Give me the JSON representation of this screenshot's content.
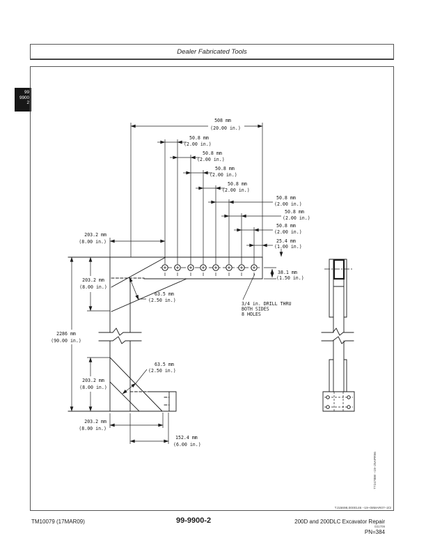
{
  "header": {
    "title": "Dealer Fabricated Tools"
  },
  "tab": {
    "lines": [
      "99",
      "9900",
      "2"
    ]
  },
  "figure": {
    "ref_code": "TJ15698,0000146 –19–08MAR07–2/2",
    "photo_code": "T7247BW –19–25APR96",
    "drill_note": {
      "line1": "3/4 in. DRILL THRU",
      "line2": "BOTH SIDES",
      "line3": "8 HOLES"
    },
    "dimensions": {
      "overall_width": {
        "mm": "508 mm",
        "in": "(20.00 in.)"
      },
      "hole_spacing": {
        "mm": "50.8 mm",
        "in": "(2.00 in.)"
      },
      "end_offset": {
        "mm": "25.4 mm",
        "in": "(1.00 in.)"
      },
      "edge_drop": {
        "mm": "38.1 mm",
        "in": "(1.50 in.)"
      },
      "leg": {
        "mm": "203.2 mm",
        "in": "(8.00 in.)"
      },
      "overall_height": {
        "mm": "2286 mm",
        "in": "(90.00 in.)"
      },
      "gusset": {
        "mm": "63.5 mm",
        "in": "(2.50 in.)"
      },
      "foot": {
        "mm": "152.4 mm",
        "in": "(6.00 in.)"
      }
    }
  },
  "footer": {
    "doc_number": "TM10079 (17MAR09)",
    "page_number": "99-9900-2",
    "manual_title": "200D and 200DLC Excavator Repair",
    "print_code": "031709",
    "pn": "PN=384"
  },
  "colors": {
    "ink": "#1c1c1c",
    "paper": "#ffffff"
  }
}
